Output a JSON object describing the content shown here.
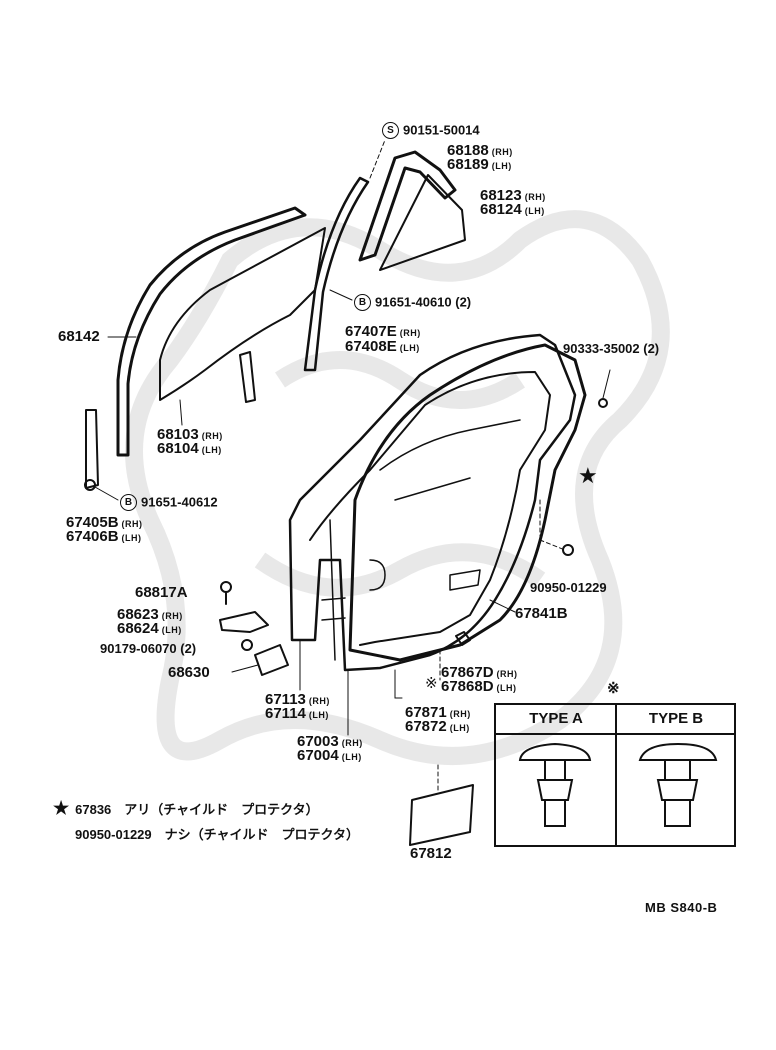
{
  "diagram": {
    "parts": {
      "screw_top": {
        "indicator": "S",
        "number": "90151-50014"
      },
      "run_rh": {
        "number": "68188",
        "side": "(RH)"
      },
      "run_lh": {
        "number": "68189",
        "side": "(LH)"
      },
      "quarter_rh": {
        "number": "68123",
        "side": "(RH)"
      },
      "quarter_lh": {
        "number": "68124",
        "side": "(LH)"
      },
      "bolt_mid": {
        "indicator": "B",
        "number": "91651-40610 (2)"
      },
      "channel_main": {
        "number": "68142"
      },
      "center_rh": {
        "number": "67407E",
        "side": "(RH)"
      },
      "center_lh": {
        "number": "67408E",
        "side": "(LH)"
      },
      "clip_top": {
        "number": "90333-35002 (2)"
      },
      "glass_rh": {
        "number": "68103",
        "side": "(RH)"
      },
      "glass_lh": {
        "number": "68104",
        "side": "(LH)"
      },
      "bolt_low": {
        "indicator": "B",
        "number": "91651-40612"
      },
      "front_rh": {
        "number": "67405B",
        "side": "(RH)"
      },
      "front_lh": {
        "number": "67406B",
        "side": "(LH)"
      },
      "plug": {
        "number": "90950-01229"
      },
      "bumper": {
        "number": "68817A"
      },
      "check_rh": {
        "number": "68623",
        "side": "(RH)"
      },
      "check_lh": {
        "number": "68624",
        "side": "(LH)"
      },
      "weatherstrip": {
        "number": "67841B"
      },
      "bolt_check": {
        "number": "90179-06070 (2)"
      },
      "clip_rh": {
        "number": "67867D",
        "side": "(RH)"
      },
      "clip_lh": {
        "number": "67868D",
        "side": "(LH)"
      },
      "hinge": {
        "number": "68630"
      },
      "seal_rh": {
        "number": "67113",
        "side": "(RH)"
      },
      "seal_lh": {
        "number": "67114",
        "side": "(LH)"
      },
      "strip_rh": {
        "number": "67871",
        "side": "(RH)"
      },
      "strip_lh": {
        "number": "67872",
        "side": "(LH)"
      },
      "panel_rh": {
        "number": "67003",
        "side": "(RH)"
      },
      "panel_lh": {
        "number": "67004",
        "side": "(LH)"
      },
      "pad": {
        "number": "67812"
      }
    },
    "clip_table": {
      "marker": "※",
      "type_a": "TYPE A",
      "type_b": "TYPE B"
    },
    "notes": [
      {
        "symbol": "★",
        "text": "67836　アリ（チャイルド　プロテクタ）"
      },
      {
        "symbol": "",
        "text": "90950-01229　ナシ（チャイルド　プロテクタ）"
      }
    ],
    "star_marker": "★",
    "clip_marker": "※",
    "reference": "MB  S840-B"
  },
  "colors": {
    "ink": "#111111",
    "watermark": "#e8e8e8",
    "paper": "#ffffff"
  }
}
